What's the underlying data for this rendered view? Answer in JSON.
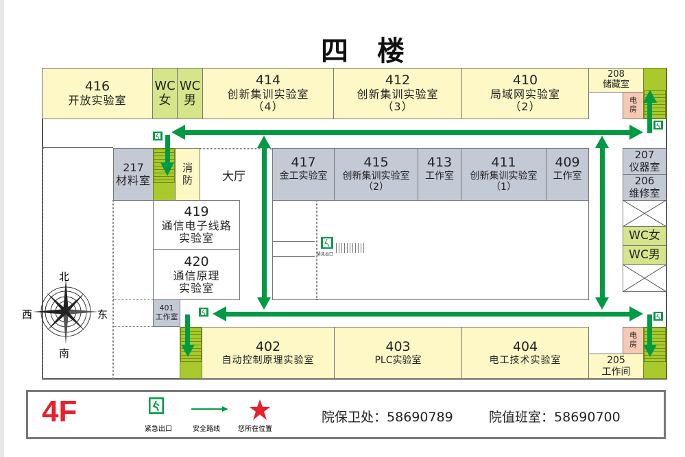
{
  "title": "四 楼",
  "rooms": {
    "r416": {
      "num": "416",
      "name": "开放实验室"
    },
    "wcf_top": {
      "num": "WC",
      "name": "女"
    },
    "wcm_top": {
      "num": "WC",
      "name": "男"
    },
    "r414": {
      "num": "414",
      "name": "创新集训实验室",
      "sub": "（4）"
    },
    "r412": {
      "num": "412",
      "name": "创新集训实验室",
      "sub": "（3）"
    },
    "r410": {
      "num": "410",
      "name": "局域网实验室",
      "sub": "（2）"
    },
    "r208": {
      "num": "208",
      "name": "储藏室"
    },
    "elec_top": {
      "name": "电房"
    },
    "r217": {
      "num": "217",
      "name": "材料室"
    },
    "fire": {
      "name": "消防"
    },
    "hall": {
      "name": "大厅"
    },
    "r417": {
      "num": "417",
      "name": "金工实验室"
    },
    "r415": {
      "num": "415",
      "name": "创新集训实验室",
      "sub": "（2）"
    },
    "r413": {
      "num": "413",
      "name": "工作室"
    },
    "r411": {
      "num": "411",
      "name": "创新集训实验室",
      "sub": "（1）"
    },
    "r409": {
      "num": "409",
      "name": "工作室"
    },
    "r207": {
      "num": "207",
      "name": "仪器室"
    },
    "r206": {
      "num": "206",
      "name": "维修室"
    },
    "wcf_right": {
      "name": "WC女"
    },
    "wcm_right": {
      "name": "WC男"
    },
    "r419": {
      "num": "419",
      "name": "通信电子线路",
      "sub": "实验室"
    },
    "r420": {
      "num": "420",
      "name": "通信原理",
      "sub": "实验室"
    },
    "r401": {
      "num": "401",
      "name": "工作室"
    },
    "r402": {
      "num": "402",
      "name": "自动控制原理实验室"
    },
    "r403": {
      "num": "403",
      "name": "PLC实验室"
    },
    "r404": {
      "num": "404",
      "name": "电工技术实验室"
    },
    "r205": {
      "num": "205",
      "name": "工作间"
    },
    "elec_bot": {
      "name": "电房"
    }
  },
  "exit_sign_label": "紧急出口",
  "compass": {
    "north": "北",
    "south": "南",
    "east": "东",
    "west": "西"
  },
  "legend": {
    "floor": "4F",
    "exit": "紧急出口",
    "route": "安全路线",
    "here": "您所在位置",
    "phones": [
      {
        "label": "院保卫处：",
        "number": "58690789"
      },
      {
        "label": "院值班室：",
        "number": "58690700"
      }
    ]
  },
  "colors": {
    "route": "#009a44",
    "floor": "#e8202a",
    "star": "#e8202a"
  }
}
